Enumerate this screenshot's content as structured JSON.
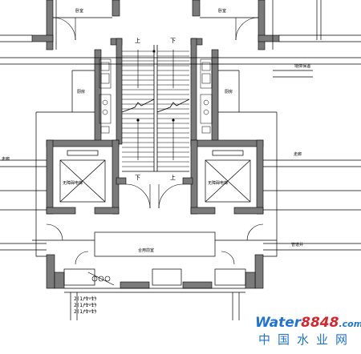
{
  "labels": {
    "bedroom_left": "卧室",
    "bedroom_right": "卧室",
    "kitchen_left": "厨房",
    "kitchen_right": "厨房",
    "stair_up_left": "上",
    "stair_down_right": "下",
    "stair_down_mid": "下",
    "stair_up_mid": "上",
    "elevator_left": "无障碍电梯",
    "elevator_right": "无障碍电梯",
    "corridor_left": "走廊",
    "corridor_right": "走廊",
    "lobby": "合用前室",
    "equipment_right": "管道井",
    "wall_right_top": "墙体保温"
  },
  "axes": [
    "2(1/1-1)",
    "2(1/1-1)",
    "2(1/1-1)"
  ],
  "watermark": {
    "line1_blue": "Water",
    "line1_red": "8848",
    "line1_suffix": ".com",
    "line2": "中国水业网"
  },
  "colors": {
    "line": "#000000",
    "wall_fill": "#7a7a7a",
    "watermark_blue": "#1e73d6",
    "watermark_red": "#d8262e"
  }
}
